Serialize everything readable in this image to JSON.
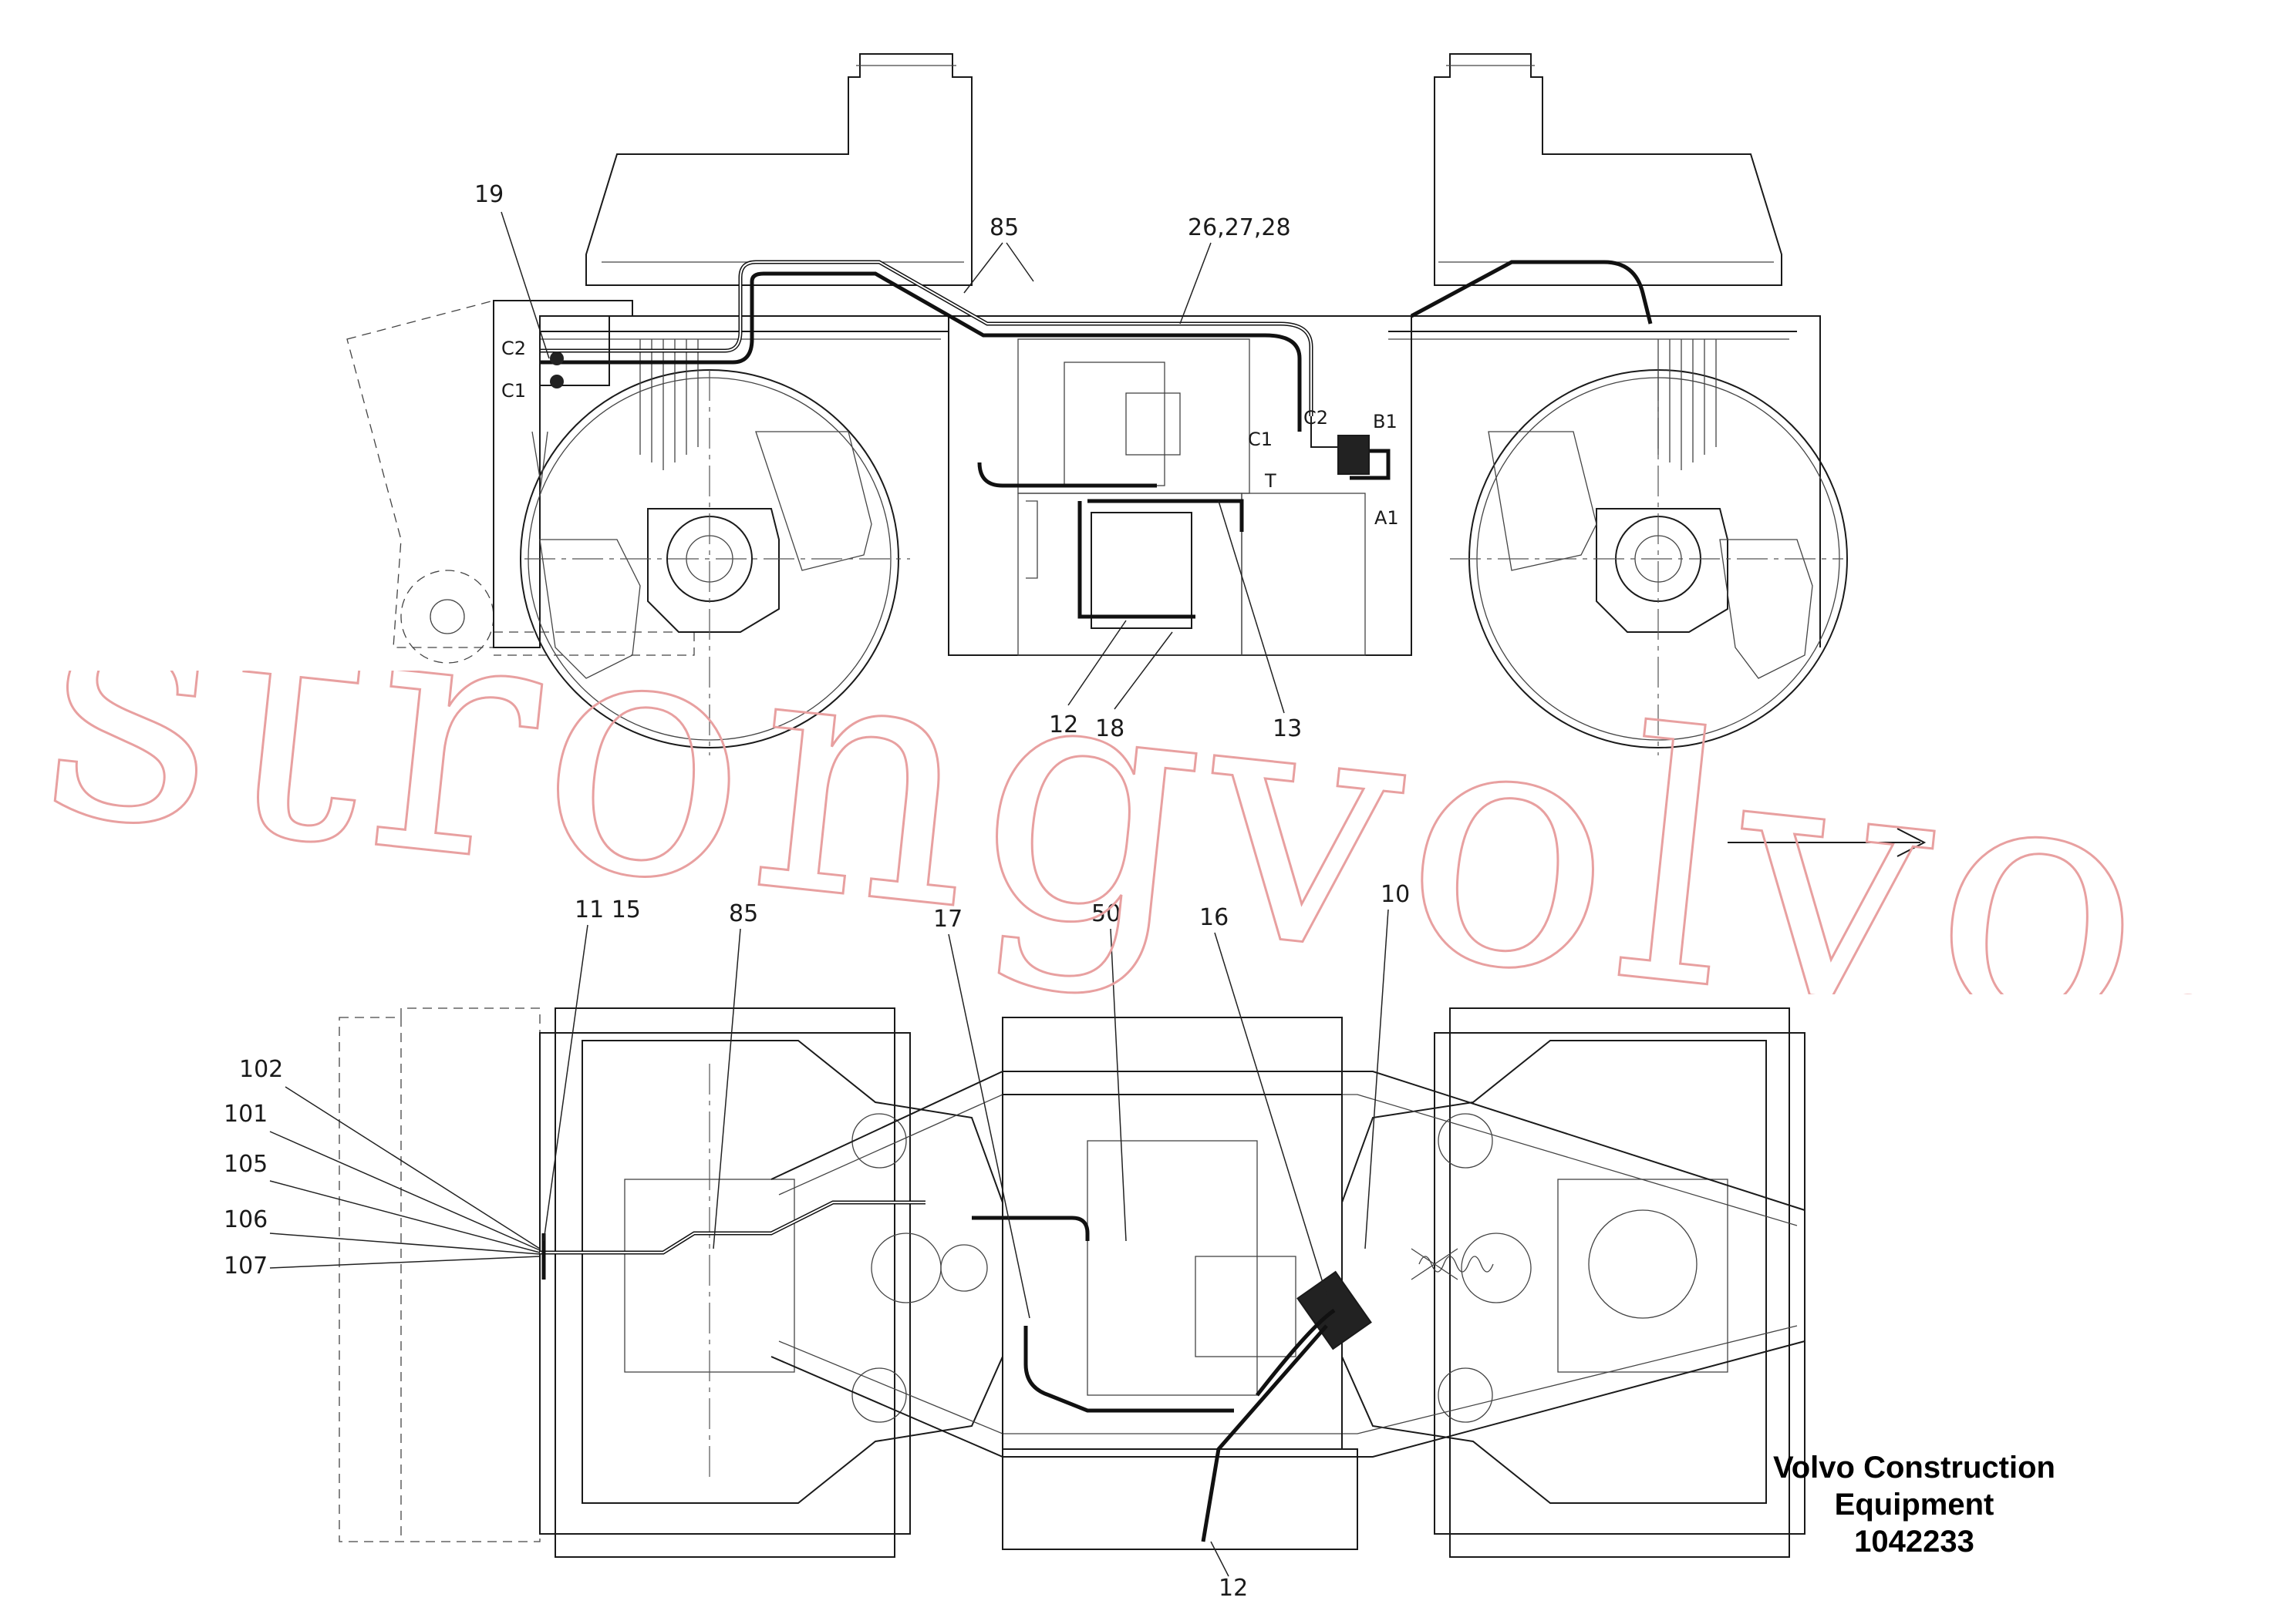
{
  "watermark": "strongvolvo.com",
  "caption": {
    "line1": "Volvo Construction",
    "line2": "Equipment",
    "line3": "1042233"
  },
  "side_view": {
    "callouts": {
      "c19": "19",
      "c85": "85",
      "c26": "26,27,28",
      "c12": "12",
      "c18": "18",
      "c13": "13"
    },
    "ports": {
      "c2_left": "C2",
      "c1_left": "C1",
      "c2_mid": "C2",
      "c1_mid": "C1",
      "b1": "B1",
      "t": "T",
      "a1": "A1"
    }
  },
  "top_view": {
    "callouts": {
      "c115": "11 15",
      "c85": "85",
      "c17": "17",
      "c50": "50",
      "c16": "16",
      "c10": "10",
      "c102": "102",
      "c101": "101",
      "c105": "105",
      "c106": "106",
      "c107": "107",
      "c12": "12"
    }
  },
  "direction_arrow": "→"
}
